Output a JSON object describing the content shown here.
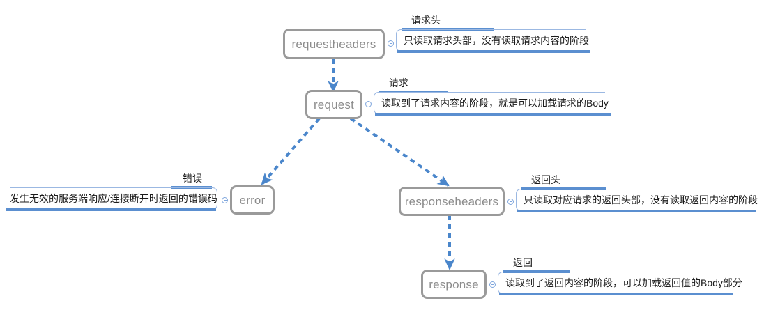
{
  "diagram": {
    "type": "mindmap",
    "colors": {
      "node_border": "#9a9a9a",
      "node_text": "#8c8c8c",
      "accent_blue": "#5B8FD0",
      "callout_border": "#9BB8E2",
      "background": "#ffffff"
    },
    "nodes": [
      {
        "id": "requestheaders",
        "label": "requestheaders"
      },
      {
        "id": "request",
        "label": "request"
      },
      {
        "id": "error",
        "label": "error"
      },
      {
        "id": "responseheaders",
        "label": "responseheaders"
      },
      {
        "id": "response",
        "label": "response"
      }
    ],
    "edges": [
      {
        "from": "requestheaders",
        "to": "request",
        "style": "dashed",
        "arrow": "end"
      },
      {
        "from": "request",
        "to": "error",
        "style": "dashed",
        "arrow": "end"
      },
      {
        "from": "request",
        "to": "responseheaders",
        "style": "dashed",
        "arrow": "end"
      },
      {
        "from": "responseheaders",
        "to": "response",
        "style": "dashed",
        "arrow": "end"
      }
    ],
    "callouts": [
      {
        "for": "requestheaders",
        "side": "right",
        "title": "请求头",
        "text": "只读取请求头部，没有读取请求内容的阶段"
      },
      {
        "for": "request",
        "side": "right",
        "title": "请求",
        "text": "读取到了请求内容的阶段，就是可以加载请求的Body"
      },
      {
        "for": "error",
        "side": "left",
        "title": "错误",
        "text": "发生无效的服务端响应/连接断开时返回的错误码"
      },
      {
        "for": "responseheaders",
        "side": "right",
        "title": "返回头",
        "text": "只读取对应请求的返回头部，没有读取返回内容的阶段"
      },
      {
        "for": "response",
        "side": "right",
        "title": "返回",
        "text": "读取到了返回内容的阶段，可以加载返回值的Body部分"
      }
    ]
  }
}
